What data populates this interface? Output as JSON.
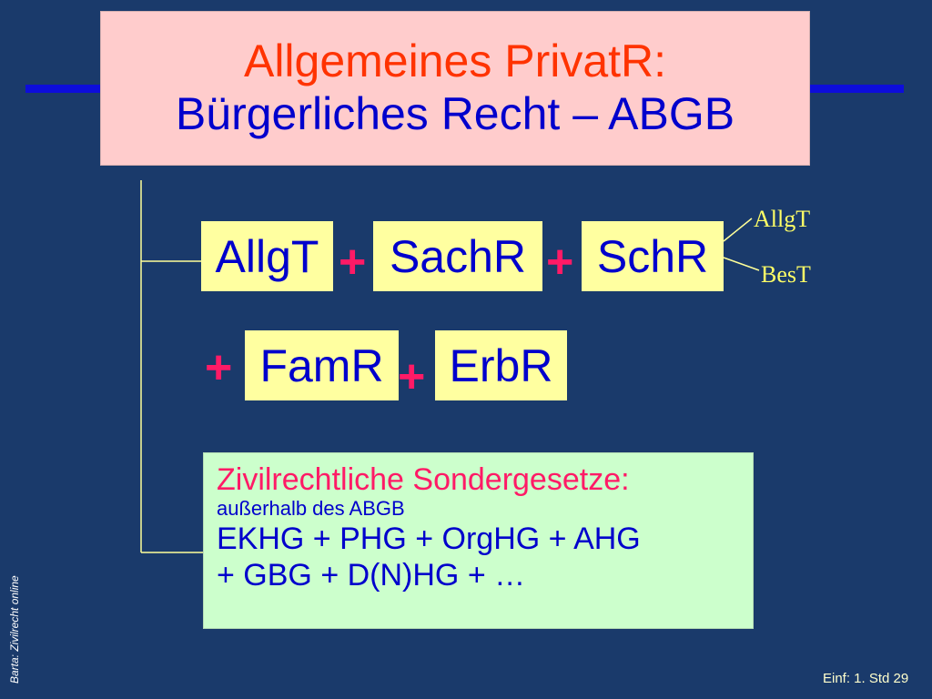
{
  "title": {
    "line1": "Allgemeines PrivatR:",
    "line2": "Bürgerliches Recht – ABGB"
  },
  "row1": {
    "box1": "AllgT",
    "box2": "SachR",
    "box3": "SchR",
    "plus": "+"
  },
  "schr_parts": {
    "top": "AllgT",
    "bottom": "BesT"
  },
  "row2": {
    "plus": "+",
    "box1": "FamR",
    "box2": "ErbR"
  },
  "special_laws": {
    "heading": "Zivilrechtliche Sondergesetze:",
    "sub": "außerhalb des ABGB",
    "line1": "EKHG + PHG + OrgHG + AHG",
    "line2": "+ GBG + D(N)HG + …"
  },
  "footer": {
    "side_text": "Barta: Zivilrecht online",
    "page_label": "Einf: 1. Std 29"
  },
  "colors": {
    "background": "#1a3a6b",
    "rule": "#0d0ddb",
    "title_box": "#ffcccc",
    "yellow_box": "#ffffa0",
    "green_box": "#ccffcc",
    "plus": "#ff1a66",
    "text_blue": "#0000cc",
    "title_red": "#ff3300"
  }
}
